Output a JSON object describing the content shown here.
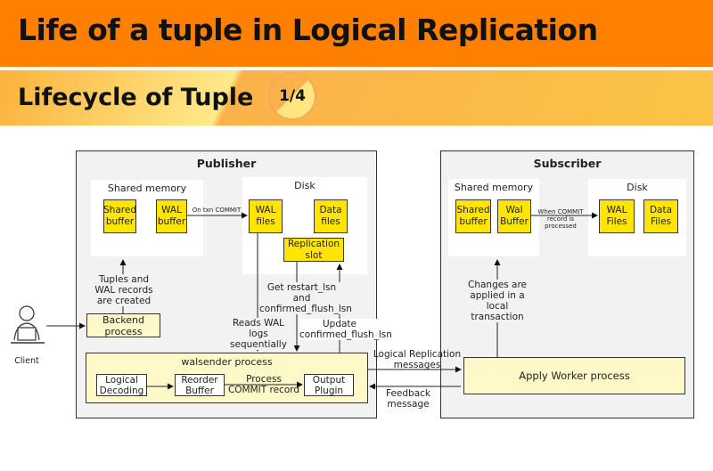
{
  "header": {
    "title": "Life of a tuple in Logical Replication",
    "subtitle": "Lifecycle of Tuple",
    "page_badge": "1/4"
  },
  "client": {
    "label": "Client",
    "icon": "person-laptop-icon"
  },
  "publisher": {
    "title": "Publisher",
    "shared_memory": {
      "title": "Shared  memory",
      "shared_buffer": "Shared buffer",
      "wal_buffer": "WAL buffer"
    },
    "disk": {
      "title": "Disk",
      "wal_files": "WAL files",
      "data_files": "Data files",
      "replication_slot": "Replication slot"
    },
    "backend_process": "Backend process",
    "walsender": {
      "title": "walsender process",
      "logical_decoding": "Logical Decoding",
      "reorder_buffer": "Reorder Buffer",
      "output_plugin": "Output Plugin"
    },
    "labels": {
      "on_commit": "On txn COMMIT",
      "tuples_created": "Tuples and WAL records are created",
      "get_lsn": "Get restart_lsn and confirmed_flush_lsn",
      "reads_wal": "Reads WAL logs sequentially",
      "update_lsn": "Update confirmed_flush_lsn",
      "process_commit": "Process COMMIT record"
    }
  },
  "subscriber": {
    "title": "Subscriber",
    "shared_memory": {
      "title": "Shared memory",
      "shared_buffer": "Shared buffer",
      "wal_buffer": "Wal Buffer"
    },
    "disk": {
      "title": "Disk",
      "wal_files": "WAL Files",
      "data_files": "Data Files"
    },
    "apply_worker": "Apply Worker process",
    "labels": {
      "when_commit": "When COMMIT record is processed",
      "changes_applied": "Changes are applied in a local transaction"
    }
  },
  "links": {
    "lr_messages": "Logical Replication messages",
    "feedback": "Feedback message"
  },
  "colors": {
    "title_bar": "#FF8000",
    "component": "#FFE500",
    "process": "#FFF8C8",
    "panel": "#F2F2F2"
  }
}
